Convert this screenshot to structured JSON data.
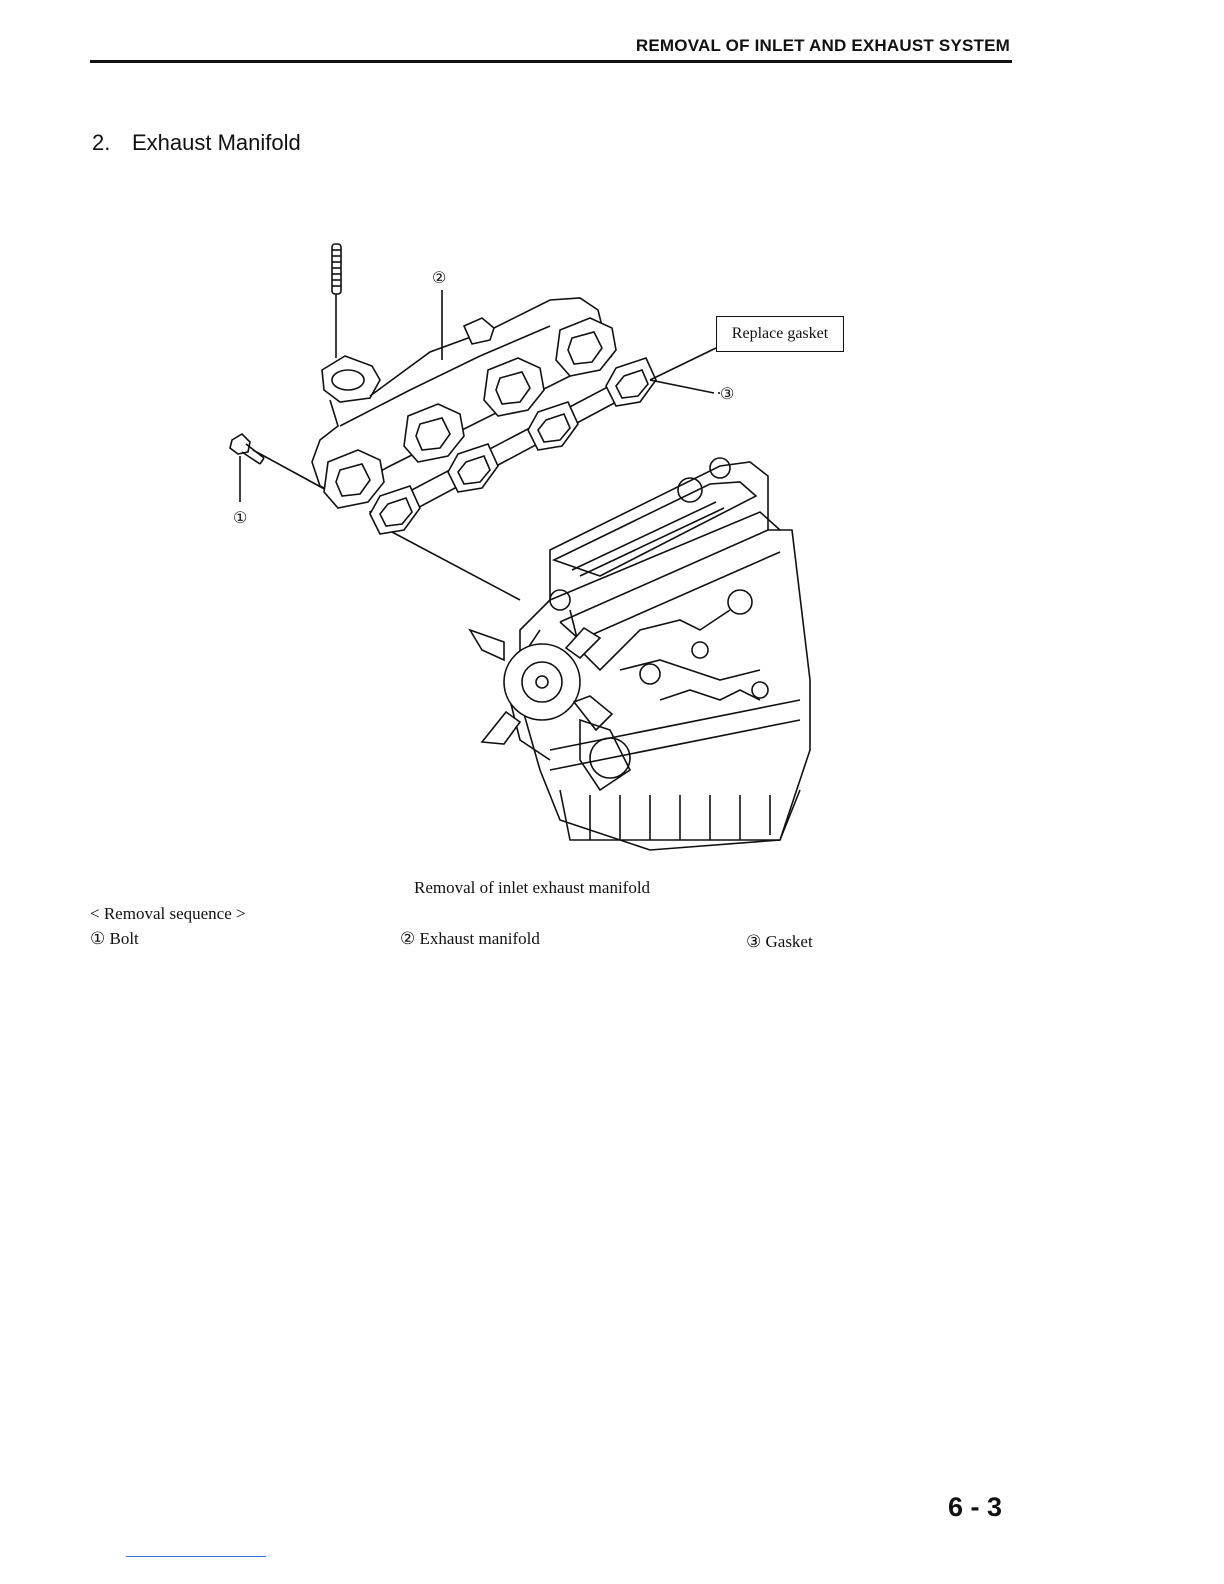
{
  "header": {
    "title": "REMOVAL OF INLET AND EXHAUST SYSTEM"
  },
  "section": {
    "number": "2.",
    "title": "Exhaust Manifold"
  },
  "figure": {
    "callout": "Replace gasket",
    "labels": {
      "one": "①",
      "two": "②",
      "three": "③"
    },
    "caption": "Removal of inlet exhaust manifold"
  },
  "sequence": {
    "heading": "< Removal sequence >",
    "items": [
      "① Bolt",
      "② Exhaust manifold",
      "③ Gasket"
    ]
  },
  "page": {
    "number": "6 - 3"
  }
}
